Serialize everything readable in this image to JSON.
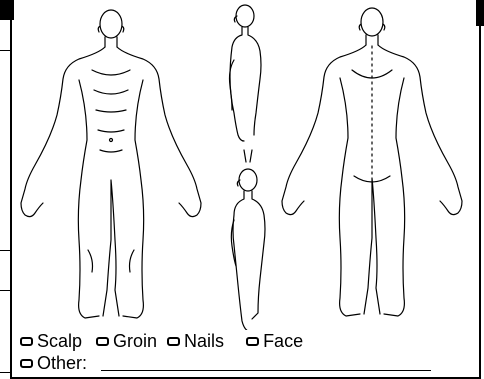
{
  "options": {
    "scalp": "Scalp",
    "groin": "Groin",
    "nails": "Nails",
    "face": "Face",
    "other": "Other:"
  }
}
